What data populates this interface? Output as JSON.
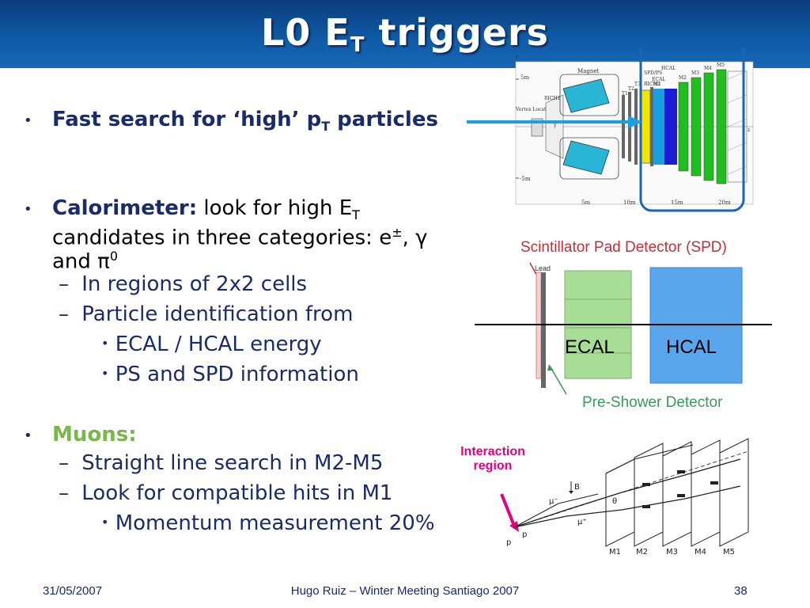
{
  "slide": {
    "title_main": "L0 E",
    "title_sub": "T",
    "title_rest": " triggers"
  },
  "bullets": {
    "b1_pre": "Fast search for ‘high’ p",
    "b1_sub": "T",
    "b1_post": " particles",
    "b2_bold": "Calorimeter:",
    "b2_line1": " look for high E",
    "b2_line1_sub": "T",
    "b2_line2": "candidates in three categories: e",
    "b2_line2_sup": "±",
    "b2_line2_post": ", γ",
    "b2_line3": "and π",
    "b2_line3_sup": "0",
    "b2_sub1": "In regions of 2x2 cells",
    "b2_sub2": "Particle identification from",
    "b2_sub2a": "ECAL / HCAL energy",
    "b2_sub2b": "PS and SPD information",
    "b3_bold": "Muons:",
    "b3_sub1": "Straight line search in M2-M5",
    "b3_sub2": "Look for compatible hits in M1",
    "b3_sub2a": "Momentum measurement 20%"
  },
  "detector": {
    "labels": [
      "Magnet",
      "RICH1",
      "T1",
      "T2",
      "T3",
      "RICH2",
      "SPD/PS",
      "ECAL",
      "HCAL",
      "M1",
      "M2",
      "M3",
      "M4",
      "M5",
      "Vertex Locator",
      "5m",
      "10m",
      "15m",
      "20m",
      "-5m",
      "5m",
      "TT",
      "y",
      "z"
    ]
  },
  "calo": {
    "spd_label": "Scintillator Pad Detector (SPD)",
    "lead": "Lead",
    "ecal": "ECAL",
    "hcal": "HCAL",
    "ps_label": "Pre-Shower Detector"
  },
  "muon": {
    "interaction1": "Interaction",
    "interaction2": "region",
    "stations": [
      "M1",
      "M2",
      "M3",
      "M4",
      "M5"
    ],
    "p": "p",
    "p2": "p",
    "mu_minus": "μ⁻",
    "mu_plus": "μ⁺",
    "B": "B",
    "theta": "θ"
  },
  "footer": {
    "date": "31/05/2007",
    "center": "Hugo Ruiz – Winter Meeting Santiago 2007",
    "page": "38"
  },
  "colors": {
    "header": "#0f5ca8",
    "navy": "#1a2b6b",
    "green": "#7ab648",
    "arrow_blue": "#1aa0dc",
    "red": "#c0303a",
    "magenta": "#e6007e",
    "teal_green": "#3a9a5a"
  }
}
